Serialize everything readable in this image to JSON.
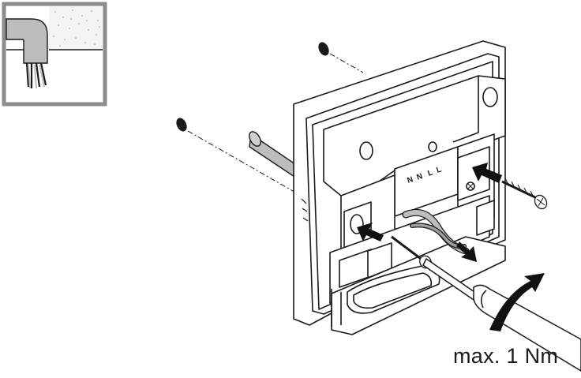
{
  "figure": {
    "torque_label": "max. 1 Nm",
    "terminal_labels": [
      "N",
      "N",
      "L",
      "L"
    ]
  },
  "colors": {
    "line": "#1a1a1a",
    "inset_frame": "#8c8c8c",
    "cable_grey": "#bdbdbd",
    "plaster_dots": "#9a9a9a",
    "arrow": "#111111"
  }
}
